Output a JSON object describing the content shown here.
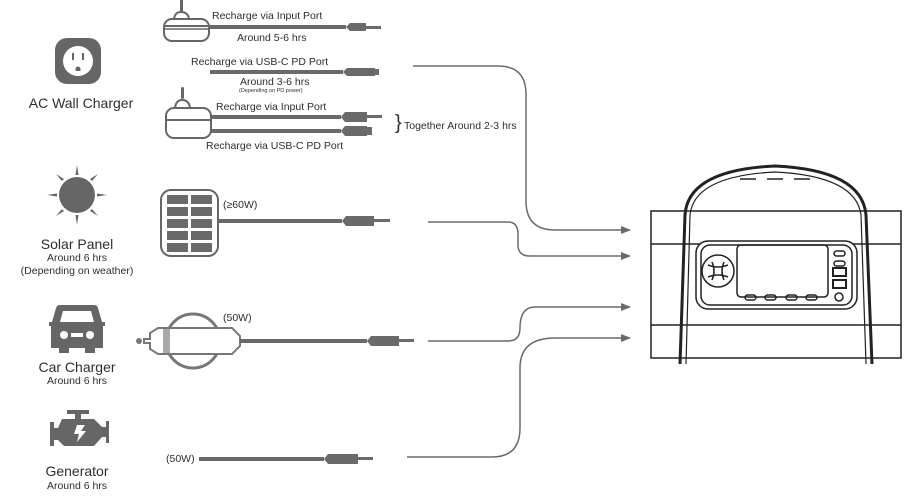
{
  "colors": {
    "icon": "#666666",
    "cable": "#6a6a6a",
    "arrow": "#6a6a6a",
    "text": "#2e2e2e",
    "device_outline": "#222222"
  },
  "sources": [
    {
      "id": "ac",
      "icon": "wall-outlet-icon",
      "title": "AC Wall Charger",
      "subtitle": "",
      "note": ""
    },
    {
      "id": "solar",
      "icon": "sun-icon",
      "title": "Solar Panel",
      "subtitle": "Around 6 hrs",
      "note": "(Depending on weather)"
    },
    {
      "id": "car",
      "icon": "car-icon",
      "title": "Car Charger",
      "subtitle": "Around 6 hrs",
      "note": ""
    },
    {
      "id": "generator",
      "icon": "engine-icon",
      "title": "Generator",
      "subtitle": "Around 6 hrs",
      "note": ""
    }
  ],
  "cables": {
    "ac_input": {
      "label": "Recharge via Input Port",
      "time": "Around 5-6 hrs"
    },
    "ac_usbc": {
      "label": "Recharge via USB-C PD Port",
      "time": "Around 3-6 hrs",
      "note": "(Depending on PD power)"
    },
    "ac_dual": {
      "label_top": "Recharge via Input Port",
      "label_bottom": "Recharge via USB-C PD Port",
      "brace": "}",
      "combined_time": "Together Around 2-3 hrs"
    },
    "solar": {
      "power": "(≥60W)"
    },
    "car": {
      "power": "(50W)"
    },
    "generator": {
      "power": "(50W)"
    }
  },
  "device": {
    "name": "portable-power-station"
  }
}
